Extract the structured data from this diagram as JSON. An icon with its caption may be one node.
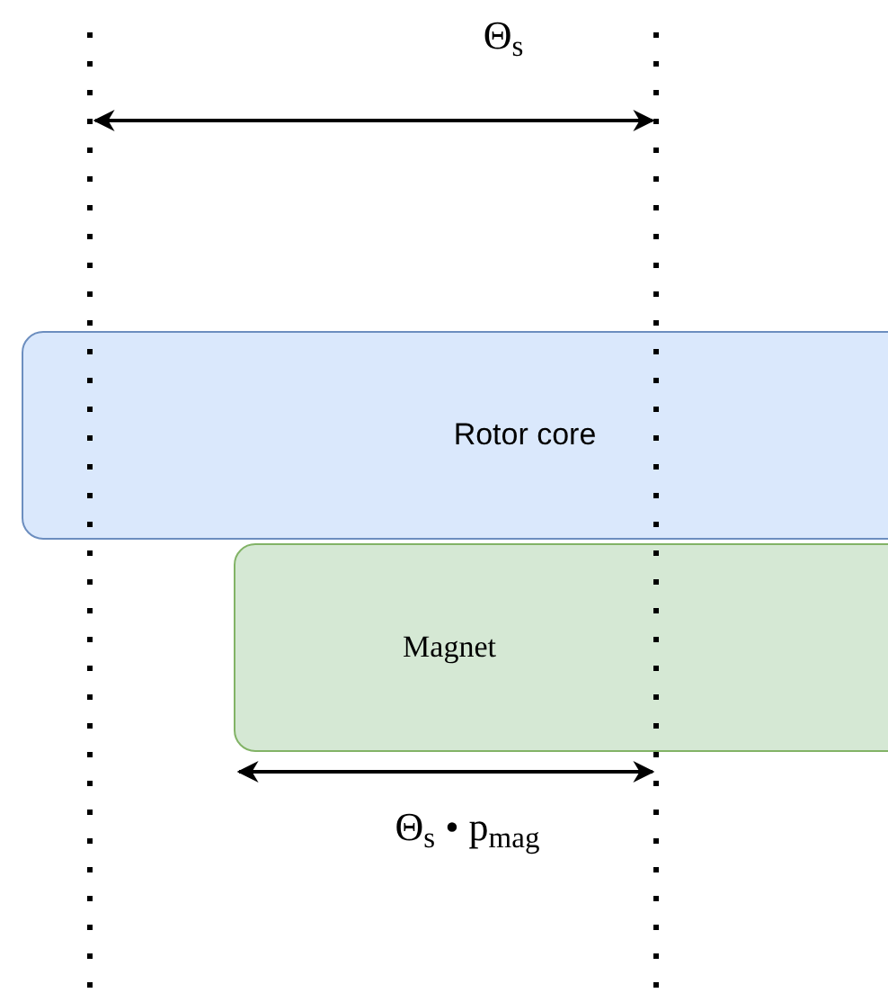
{
  "diagram": {
    "nodes": [
      {
        "text": [
          "Rotor core"
        ]
      },
      {
        "text": [
          "Magnet"
        ]
      }
    ],
    "edges": [],
    "labels": [
      "Θ$_{s}$",
      "Θ$_{s}$ • p$_{mag}$"
    ]
  }
}
